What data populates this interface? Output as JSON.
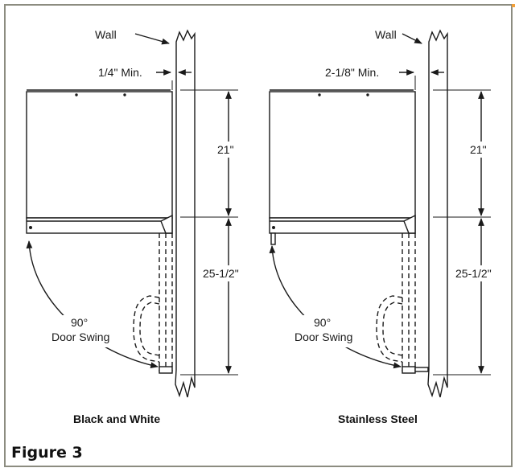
{
  "figure": {
    "label": "Figure 3"
  },
  "left_panel": {
    "caption": "Black and White",
    "wall_label": "Wall",
    "clearance_label": "1/4\" Min.",
    "upper_dim": "21\"",
    "lower_dim": "25-1/2\"",
    "swing_angle": "90°",
    "swing_label": "Door Swing"
  },
  "right_panel": {
    "caption": "Stainless Steel",
    "wall_label": "Wall",
    "clearance_label": "2-1/8\" Min.",
    "upper_dim": "21\"",
    "lower_dim": "25-1/2\"",
    "swing_angle": "90°",
    "swing_label": "Door Swing"
  },
  "colors": {
    "line": "#1a1a1a",
    "frame": "#8c8c80",
    "accent": "#f2a03a"
  }
}
